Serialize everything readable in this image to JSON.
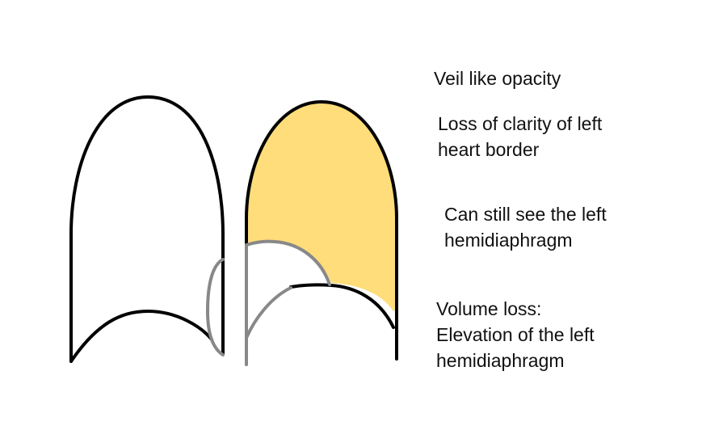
{
  "colors": {
    "opacity_fill": "#FEDD7A",
    "lung_outline": "#000000",
    "heart_outline": "#888888",
    "background": "#FFFFFF"
  },
  "labels": {
    "veil": [
      "Veil like opacity"
    ],
    "heart_border": [
      "Loss of clarity of left",
      "heart border"
    ],
    "hemidiaphragm": [
      "Can still see the left",
      "hemidiaphragm"
    ],
    "volume_loss": [
      "Volume loss:",
      "Elevation of the left",
      "hemidiaphragm"
    ]
  }
}
